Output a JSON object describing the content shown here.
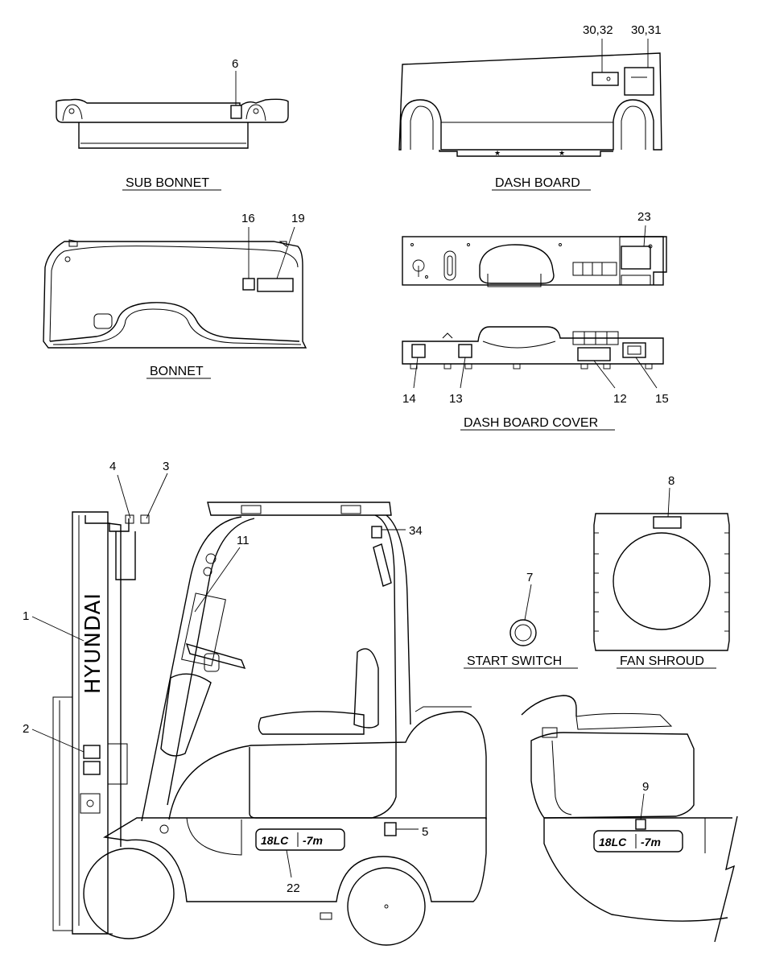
{
  "sections": {
    "sub_bonnet": "SUB BONNET",
    "dash_board": "DASH BOARD",
    "bonnet": "BONNET",
    "dash_board_cover": "DASH BOARD COVER",
    "start_switch": "START SWITCH",
    "fan_shroud": "FAN SHROUD"
  },
  "callouts": {
    "c1": "1",
    "c2": "2",
    "c3": "3",
    "c4": "4",
    "c5": "5",
    "c6": "6",
    "c7": "7",
    "c8": "8",
    "c9": "9",
    "c11": "11",
    "c12": "12",
    "c13": "13",
    "c14": "14",
    "c15": "15",
    "c16": "16",
    "c19": "19",
    "c22": "22",
    "c23": "23",
    "c30_32": "30,32",
    "c30_31": "30,31",
    "c34": "34"
  },
  "decals": {
    "brand": "HYUNDAI",
    "model_a": "18LC",
    "model_b": "-7m"
  }
}
